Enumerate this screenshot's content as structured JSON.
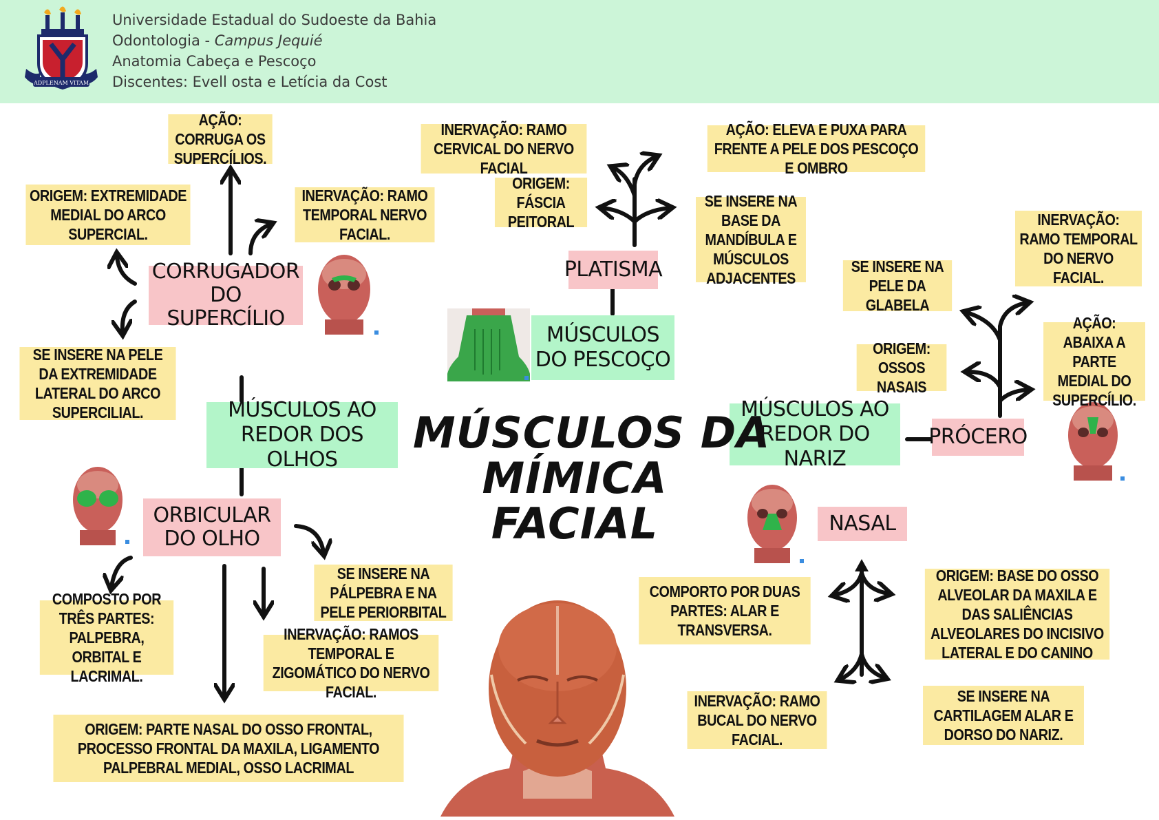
{
  "header": {
    "line1": "Universidade Estadual do Sudoeste da Bahia",
    "line2_plain": "Odontologia - ",
    "line2_italic": "Campus Jequié",
    "line3": "Anatomia Cabeça e Pescoço",
    "line4": "Discentes: Evell         osta e Letícia da Cost",
    "logo_motto": "ADPLENAM VITAM"
  },
  "title": {
    "line1": "MÚSCULOS DA",
    "line2": "MÍMICA",
    "line3": "FACIAL"
  },
  "groups": {
    "olhos": "MÚSCULOS AO REDOR DOS OLHOS",
    "pescoco": "MÚSCULOS DO PESCOÇO",
    "nariz": "MÚSCULOS AO REDOR DO NARIZ"
  },
  "muscles": {
    "corrugador": "CORRUGADOR DO SUPERCÍLIO",
    "orbicular": "ORBICULAR DO OLHO",
    "platisma": "PLATISMA",
    "procero": "PRÓCERO",
    "nasal": "NASAL"
  },
  "notes": {
    "corrugador_acao": "AÇÃO: CORRUGA OS SUPERCÍLIOS.",
    "corrugador_origem": "ORIGEM: EXTREMIDADE MEDIAL DO ARCO SUPERCIAL.",
    "corrugador_inervacao": "INERVAÇÃO: RAMO TEMPORAL NERVO FACIAL.",
    "corrugador_insercao": "SE INSERE NA PELE DA EXTREMIDADE LATERAL DO ARCO SUPERCILIAL.",
    "orbicular_composto": "COMPOSTO POR TRÊS PARTES: PALPEBRA, ORBITAL E LACRIMAL.",
    "orbicular_insercao": "SE INSERE NA PÁLPEBRA E NA PELE PERIORBITAL",
    "orbicular_inervacao": "INERVAÇÃO: RAMOS TEMPORAL E ZIGOMÁTICO DO NERVO FACIAL.",
    "orbicular_origem": "ORIGEM: PARTE NASAL DO OSSO FRONTAL, PROCESSO FRONTAL DA MAXILA, LIGAMENTO PALPEBRAL MEDIAL, OSSO LACRIMAL",
    "platisma_inervacao": "INERVAÇÃO: RAMO CERVICAL DO NERVO FACIAL",
    "platisma_origem": "ORIGEM: FÁSCIA PEITORAL",
    "platisma_acao": "AÇÃO: ELEVA E PUXA PARA FRENTE A PELE DOS PESCOÇO E OMBRO",
    "platisma_insercao": "SE INSERE NA BASE DA MANDÍBULA E MÚSCULOS ADJACENTES",
    "procero_inervacao": "INERVAÇÃO: RAMO TEMPORAL DO NERVO FACIAL.",
    "procero_insercao": "SE INSERE NA PELE DA GLABELA",
    "procero_origem": "ORIGEM: OSSOS NASAIS",
    "procero_acao": "AÇÃO: ABAIXA A PARTE MEDIAL DO SUPERCÍLIO.",
    "nasal_composto": "COMPORTO POR DUAS PARTES: ALAR E TRANSVERSA.",
    "nasal_origem": "ORIGEM: BASE DO OSSO ALVEOLAR DA MAXILA E DAS SALIÊNCIAS ALVEOLARES DO INCISIVO LATERAL E DO CANINO",
    "nasal_inervacao": "INERVAÇÃO: RAMO BUCAL DO NERVO FACIAL.",
    "nasal_insercao": "SE INSERE NA CARTILAGEM ALAR E DORSO DO NARIZ."
  },
  "colors": {
    "header_bg": "#ccf5d8",
    "note_bg": "#fbeaa2",
    "muscle_bg": "#f8c5c8",
    "group_bg": "#b3f5c9",
    "highlight": "#2fb34a"
  }
}
